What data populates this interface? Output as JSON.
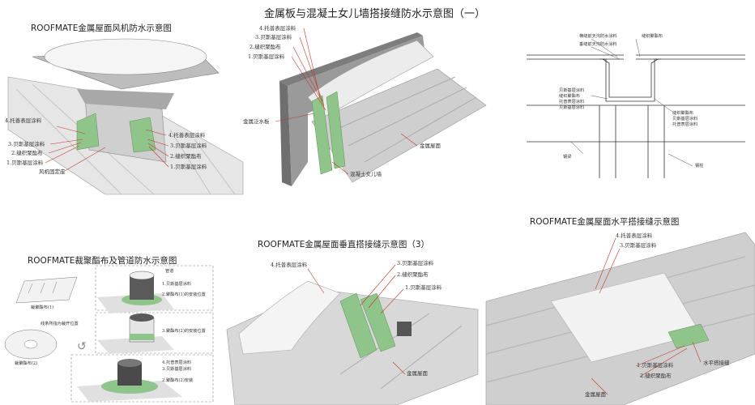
{
  "panels": {
    "p1": {
      "title": "ROOFMATE金属屋面风机防水示意图",
      "labels": [
        "4.托善表层涂料",
        "3.贝斯基层涂料",
        "2.缝织聚酯布",
        "1.贝斯基层涂料",
        "风机固定座",
        "4.托善表层涂料",
        "3.贝斯基层涂料",
        "2.缝织聚酯布",
        "1.贝斯基层涂料"
      ]
    },
    "p2": {
      "title": "金属板与混凝土女儿墙搭接缝防水示意图（一）",
      "labels": [
        "4.托普表层涂料",
        "3.贝斯基层涂料",
        "2.缝织聚酯布",
        "1.贝斯基层涂料",
        "金属泛水板",
        "金属屋面",
        "混凝土女儿墙"
      ]
    },
    "p3": {
      "labels": [
        "横缝前天沟防水涂料",
        "缝织聚酯布",
        "垂缝前天沟防水涂料",
        "贝斯基层涂料",
        "缝织聚酯布",
        "托普表层涂料",
        "贝斯基层涂料",
        "缝织聚酯布",
        "贝斯基层涂料",
        "托普表层涂料",
        "钢梁",
        "钢柱"
      ]
    },
    "p4": {
      "title": "ROOFMATE裁聚酯布及管道防水示意图",
      "labels": [
        "管道",
        "1.贝斯基层涂料",
        "2.聚酯布(1)的安装位置",
        "3.聚酯布(2)的安装位置",
        "4.托普表层涂料",
        "3.贝斯基层涂料",
        "2.聚酯布(2)安装",
        "裁聚酯布(1)",
        "线条所指为裁开位置",
        "裁聚酯布(2)"
      ]
    },
    "p5": {
      "title": "ROOFMATE金属屋面垂直搭接缝示意图（3）",
      "labels": [
        "4.托普表层涂料",
        "3.贝斯基层涂料",
        "2.缝织聚酯布",
        "1.贝斯基层涂料",
        "金属屋面"
      ]
    },
    "p6": {
      "title": "ROOFMATE金属屋面水平搭接缝示意图",
      "labels": [
        "4.托普表层涂料",
        "3.贝斯基层涂料",
        "水平搭接缝",
        "1.贝斯基层涂料",
        "2.缝织聚酯布",
        "金属屋面"
      ]
    }
  },
  "colors": {
    "green": "#8fc48a",
    "leader": "#c0392b",
    "metal": "#d9d9d9",
    "concrete": "#8a8a8a"
  }
}
